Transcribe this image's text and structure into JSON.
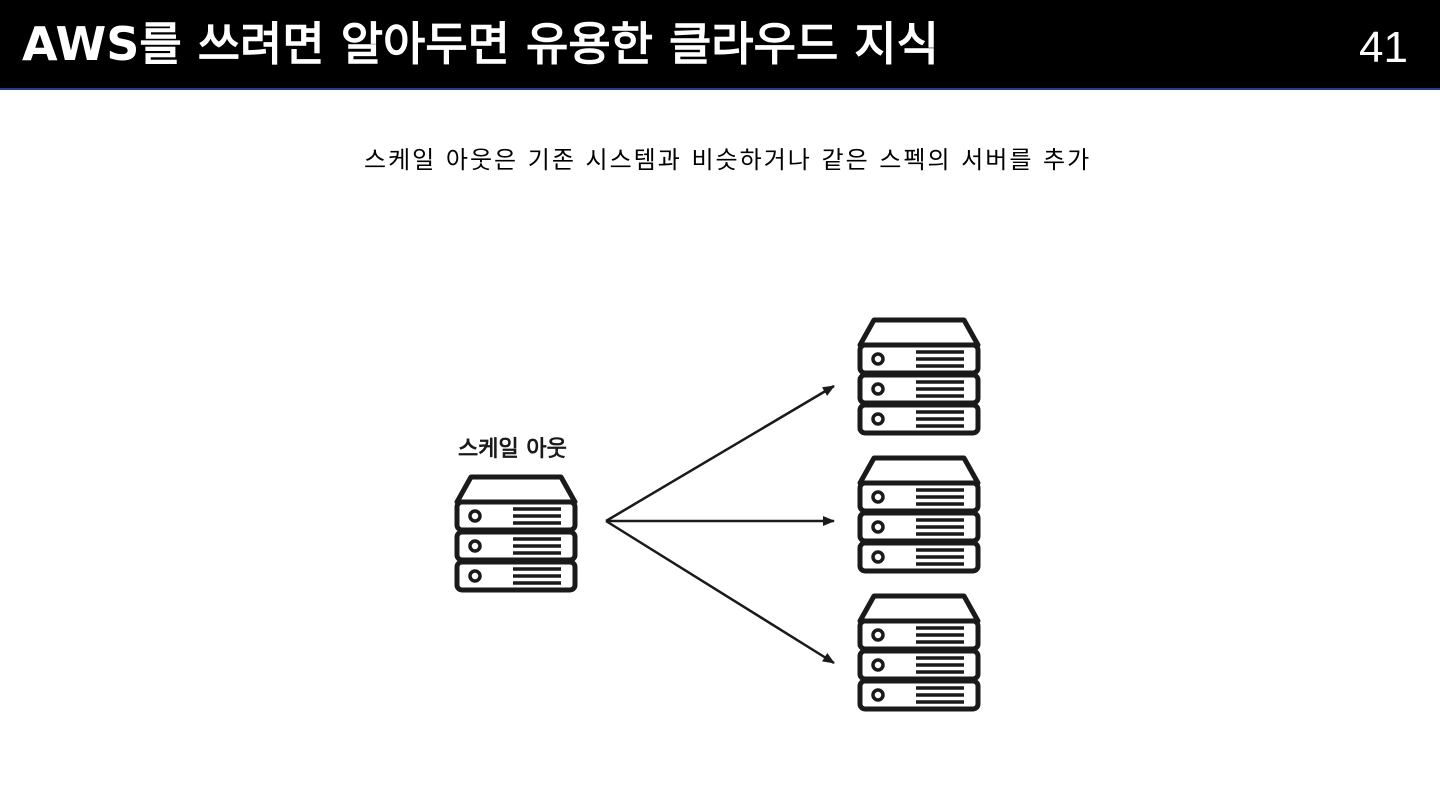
{
  "header": {
    "title": "AWS를 쓰려면 알아두면 유용한 클라우드 지식",
    "page_number": "41"
  },
  "content": {
    "description": "스케일 아웃은 기존 시스템과 비슷하거나 같은 스펙의 서버를 추가"
  },
  "diagram": {
    "source_label": "스케일 아웃",
    "source_icon": "server-stack-icon",
    "target_icon": "server-stack-icon",
    "target_count": 3,
    "colors": {
      "stroke": "#1a1a1a",
      "fill": "#ffffff",
      "header_background": "#000000",
      "header_text": "#ffffff"
    }
  }
}
